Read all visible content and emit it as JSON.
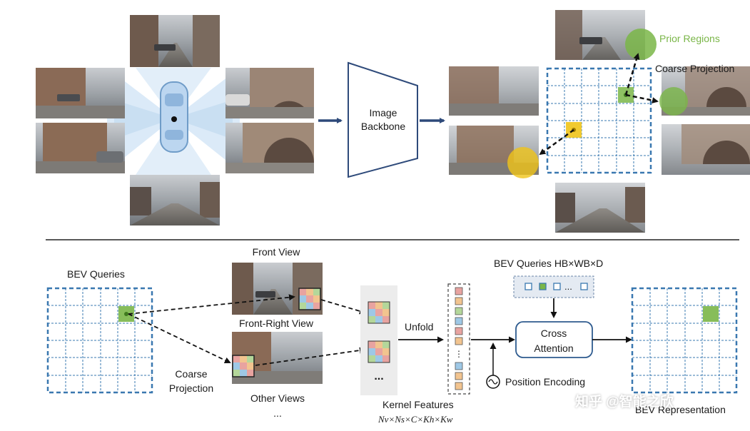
{
  "top": {
    "backbone_label_line1": "Image",
    "backbone_label_line2": "Backbone",
    "prior_regions": "Prior Regions",
    "coarse_projection": "Coarse Projection"
  },
  "bottom": {
    "bev_queries": "BEV Queries",
    "front_view": "Front View",
    "front_right_view": "Front-Right View",
    "other_views": "Other Views",
    "other_views_ellipsis": "...",
    "coarse_projection_line1": "Coarse",
    "coarse_projection_line2": "Projection",
    "unfold": "Unfold",
    "kernel_ellipsis": "...",
    "kernel_features": "Kernel Features",
    "kernel_formula": "Nv×Ns×C×Kh×Kw",
    "bev_queries_dims": "BEV Queries HB×WB×D",
    "query_tokens_ellipsis": "...",
    "cross_attention_line1": "Cross",
    "cross_attention_line2": "Attention",
    "position_encoding": "Position Encoding",
    "bev_representation": "BEV Representation"
  },
  "watermark": "知乎 @智能之欣",
  "colors": {
    "accent_blue": "#2e5b8f",
    "grid_blue": "#3a78b0",
    "green": "#7ab648",
    "yellow": "#f0c419"
  }
}
